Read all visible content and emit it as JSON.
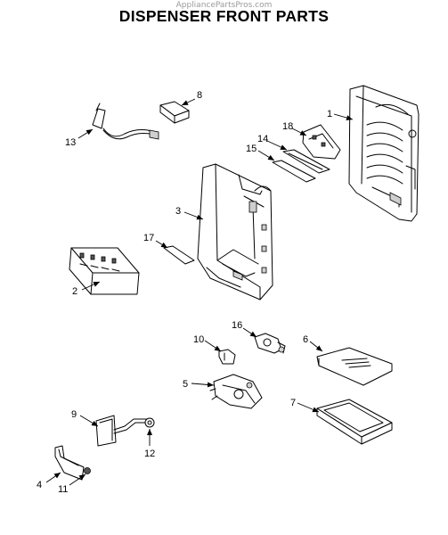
{
  "watermark": "AppliancePartsPros.com",
  "title": "DISPENSER FRONT PARTS",
  "callouts": {
    "c1": "1",
    "c2": "2",
    "c3": "3",
    "c4": "4",
    "c5": "5",
    "c6": "6",
    "c7": "7",
    "c8": "8",
    "c9": "9",
    "c10": "10",
    "c11": "11",
    "c12": "12",
    "c13": "13",
    "c14": "14",
    "c15": "15",
    "c16": "16",
    "c17": "17",
    "c18": "18"
  }
}
